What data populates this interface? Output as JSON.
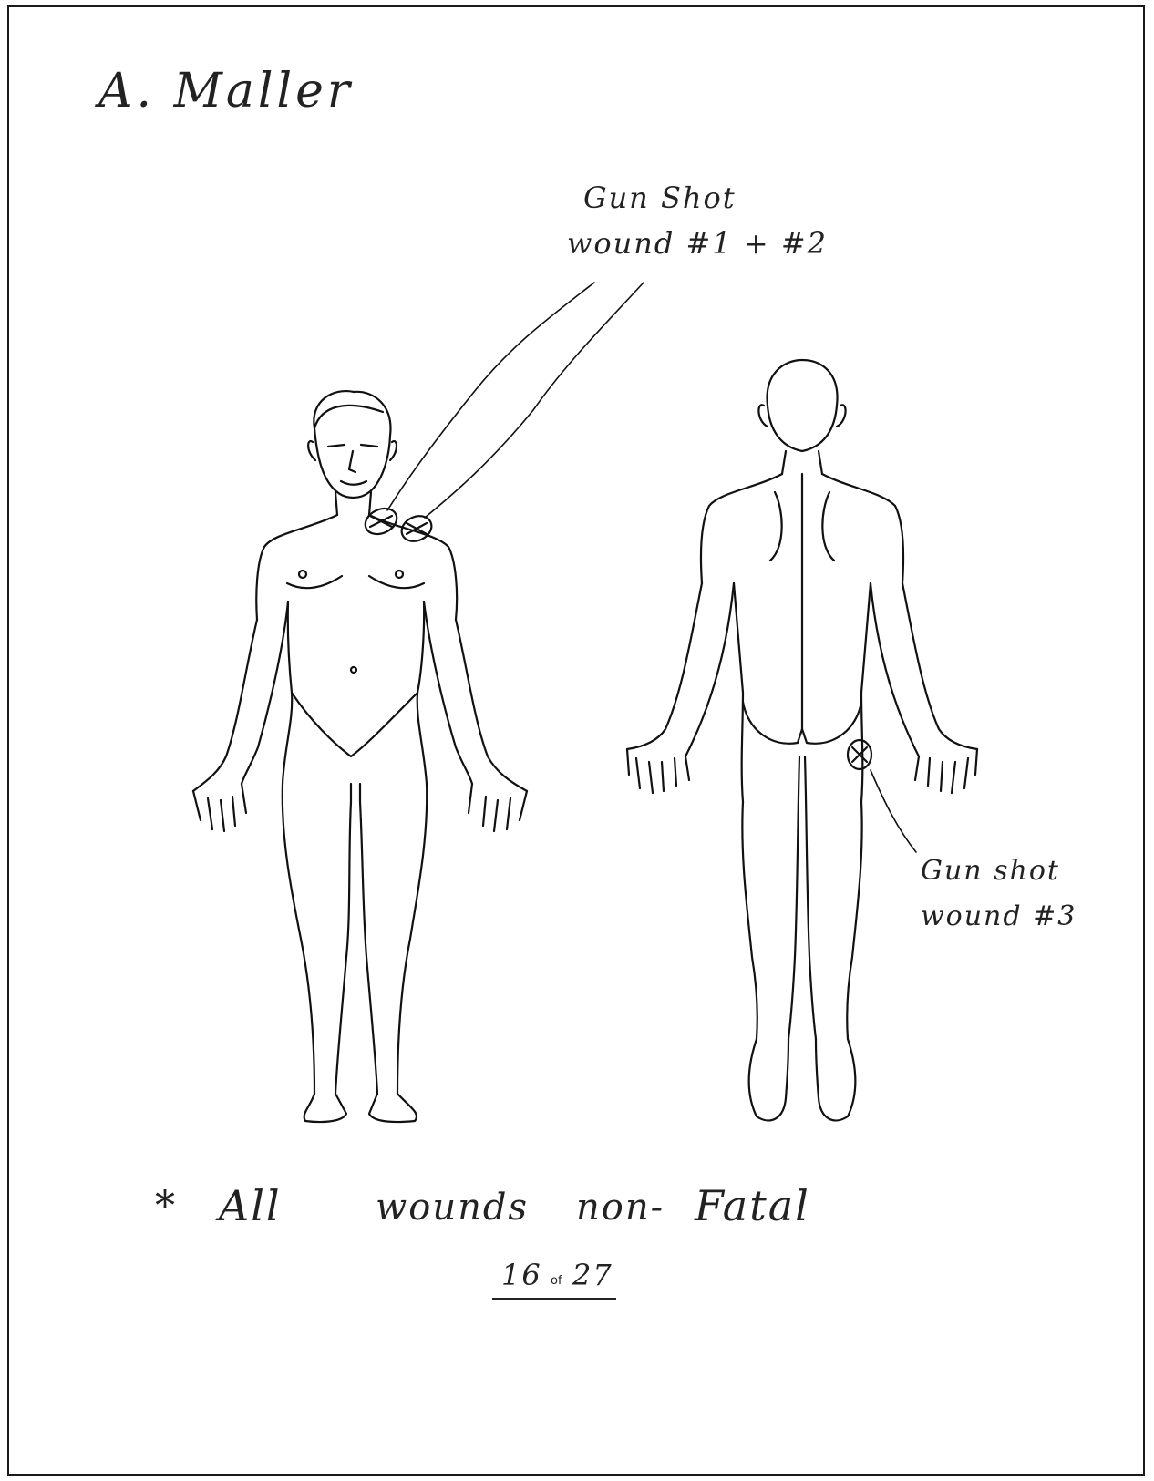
{
  "document": {
    "subject_name": "A. Maller",
    "annotations": {
      "gsw_1_2": {
        "line1": "Gun Shot",
        "line2": "wound #1 + #2"
      },
      "gsw_3": {
        "line1": "Gun shot",
        "line2": "wound #3"
      }
    },
    "note": {
      "star": "*",
      "w1": "All",
      "w2": "wounds",
      "w3": "non-",
      "w4": "Fatal"
    },
    "page": {
      "current": "16",
      "of": "of",
      "total": "27"
    }
  }
}
